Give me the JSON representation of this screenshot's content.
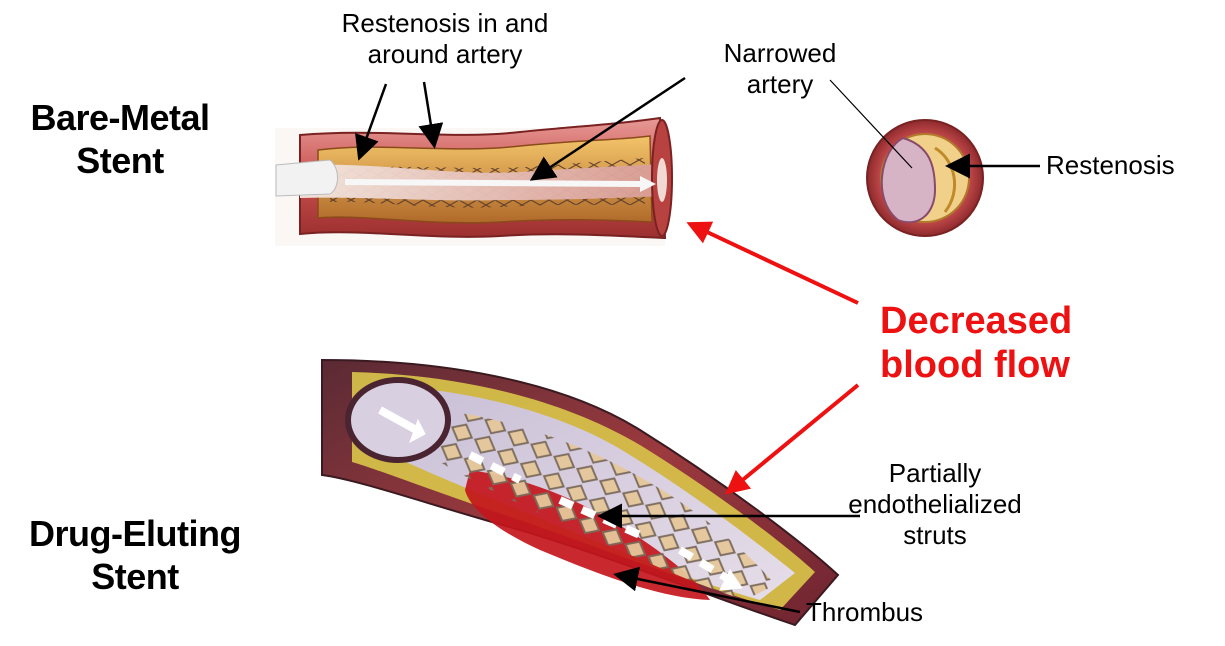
{
  "titles": {
    "bare_metal": "Bare-Metal\nStent",
    "drug_eluting": "Drug-Eluting\nStent"
  },
  "labels": {
    "restenosis_in_around": "Restenosis in and\naround artery",
    "narrowed_artery": "Narrowed\nartery",
    "restenosis": "Restenosis",
    "decreased_blood_flow": "Decreased\nblood flow",
    "partially_endothelialized": "Partially\nendothelialized\nstruts",
    "thrombus": "Thrombus"
  },
  "colors": {
    "highlight": "#ee1111",
    "vessel_wall": "#c8504e",
    "plaque": "#e8b04a",
    "thrombus": "#c3161c"
  }
}
